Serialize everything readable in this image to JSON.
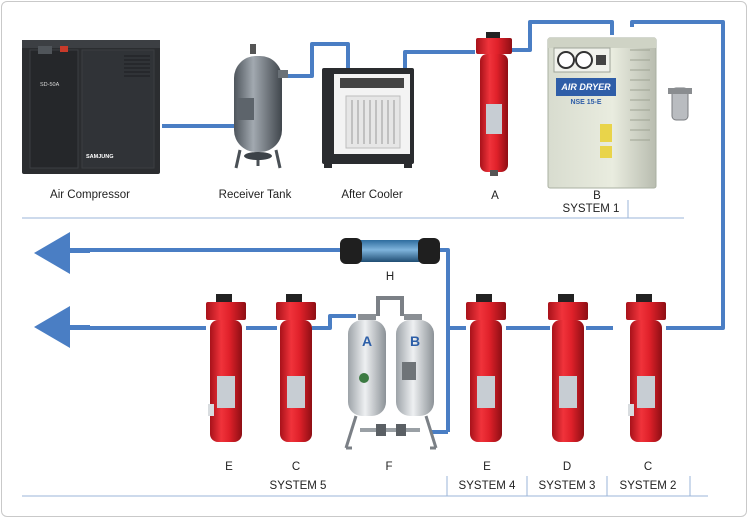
{
  "equipment": {
    "compressor_label": "Air Compressor",
    "compressor_model": "SD-50A",
    "compressor_brand": "SAMJUNG",
    "receiver_label": "Receiver Tank",
    "aftercooler_label": "After Cooler",
    "filter_a_top_label": "A",
    "dryer_letter": "B",
    "dryer_brand": "AIR DRYER",
    "dryer_model": "NSE 15-E",
    "filter_h_label": "H",
    "desiccant_label": "F",
    "desiccant_tower_a": "A",
    "desiccant_tower_b": "B",
    "bottom_filters": [
      "E",
      "C",
      "E",
      "D",
      "C"
    ]
  },
  "systems": {
    "system1": "SYSTEM 1",
    "system2": "SYSTEM 2",
    "system3": "SYSTEM 3",
    "system4": "SYSTEM 4",
    "system5": "SYSTEM 5"
  },
  "colors": {
    "pipe": "#4a7ec4",
    "filter_red": "#e0212a",
    "arrow": "#4a7ec4",
    "separator": "#9bb6d8"
  }
}
